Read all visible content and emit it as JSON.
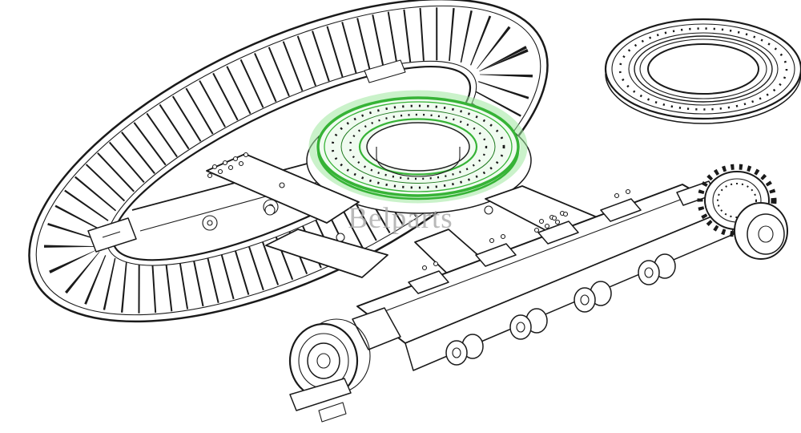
{
  "type": "product-line-drawing",
  "watermark": {
    "text": "Belparts",
    "color": "#a8a8a8"
  },
  "colors": {
    "background": "#ffffff",
    "line": "#1a1a1a",
    "highlight": "#36b336",
    "highlight_dark": "#1e7a1e",
    "highlight_glow": "#9fe89f",
    "highlight_fill": "#f0fbf0"
  },
  "parts": {
    "drawing": "excavator-undercarriage",
    "highlighted_component": "slewing-ring-bearing",
    "detached_component": "slewing-ring-bearing"
  }
}
